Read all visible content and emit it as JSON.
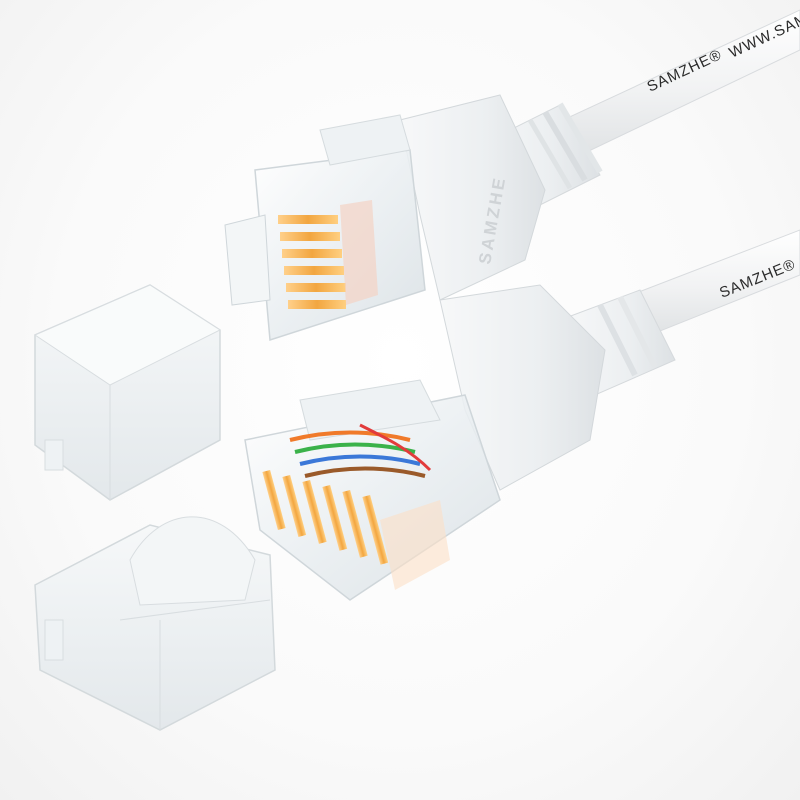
{
  "product": {
    "brand_mark": "SAMZHE®",
    "website_mark": "WWW.SAM",
    "brand_mark_lower": "SAMZHE®",
    "boot_mark": "SAMZHE"
  },
  "colors": {
    "cable": "#f4f5f6",
    "clear_plastic": "#e8eef1",
    "gold_contact": "#f2a640",
    "wire_orange": "#f07a2a",
    "wire_green": "#3bb24a",
    "wire_blue": "#3b78d8",
    "wire_brown": "#9a5a2a"
  },
  "icons": [
    "rj45-connector-icon",
    "dust-cap-icon"
  ]
}
